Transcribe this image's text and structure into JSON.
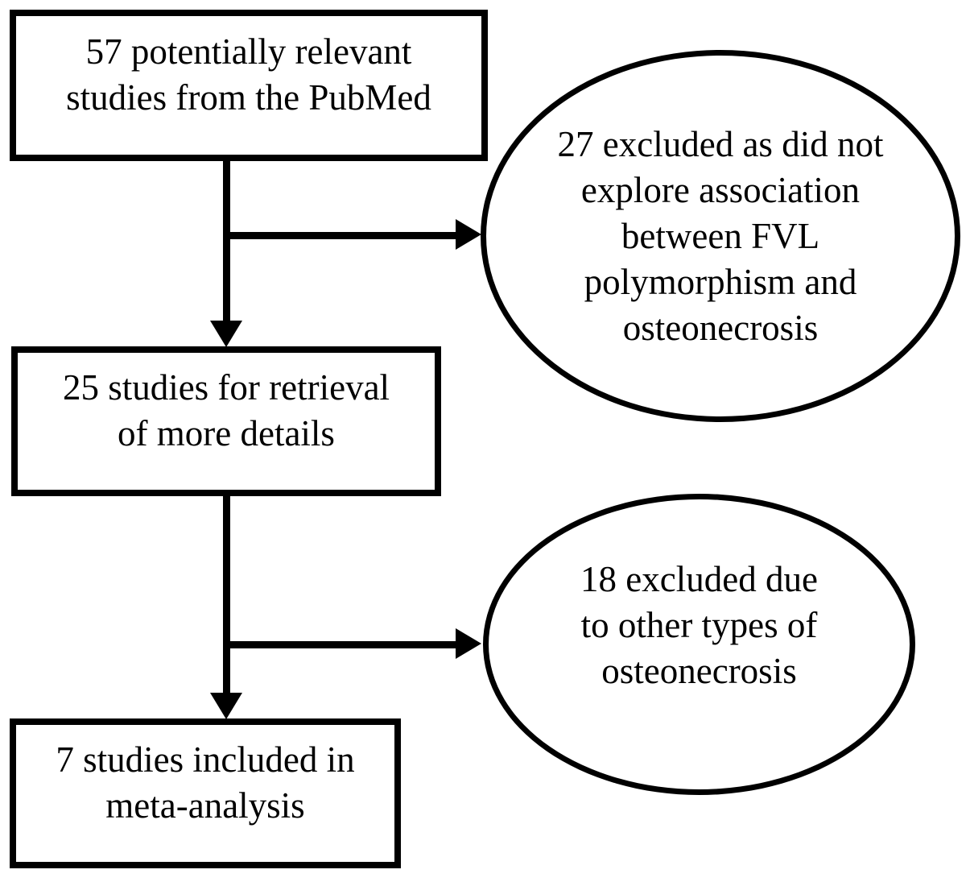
{
  "diagram": {
    "type": "flowchart",
    "colors": {
      "background": "#ffffff",
      "stroke": "#000000",
      "text": "#000000"
    },
    "nodes": {
      "identified": {
        "shape": "rectangle",
        "text": "57 potentially relevant studies from the PubMed",
        "lines": [
          "57 potentially relevant",
          "studies from the PubMed"
        ]
      },
      "excluded_first": {
        "shape": "ellipse",
        "text": "27 excluded as did not explore association between FVL polymorphism and osteonecrosis",
        "lines": [
          "27 excluded as did not",
          "explore association",
          "between FVL",
          "polymorphism and",
          "osteonecrosis"
        ]
      },
      "retrieval": {
        "shape": "rectangle",
        "text": "25 studies for retrieval of more details",
        "lines": [
          "25 studies for retrieval",
          "of more details"
        ]
      },
      "excluded_second": {
        "shape": "ellipse",
        "text": "18 excluded due to other types of osteonecrosis",
        "lines": [
          "18 excluded due",
          "to other types of",
          "osteonecrosis"
        ]
      },
      "included": {
        "shape": "rectangle",
        "text": "7 studies included in meta-analysis",
        "lines": [
          "7 studies included in",
          "meta-analysis"
        ]
      }
    },
    "edges": [
      {
        "from": "identified",
        "to": "retrieval",
        "direction": "down"
      },
      {
        "from": "identified",
        "to": "excluded_first",
        "direction": "right"
      },
      {
        "from": "retrieval",
        "to": "included",
        "direction": "down"
      },
      {
        "from": "retrieval",
        "to": "excluded_second",
        "direction": "right"
      }
    ]
  }
}
